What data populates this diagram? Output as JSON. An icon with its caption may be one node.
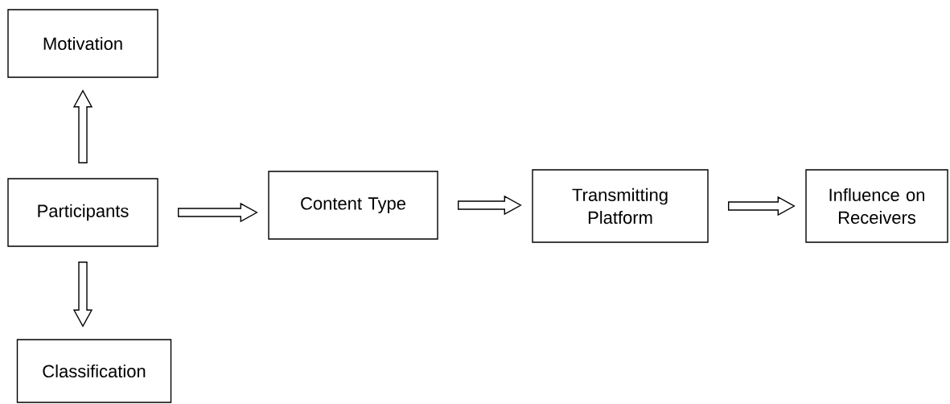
{
  "diagram": {
    "nodes": [
      {
        "text": [
          "Motivation"
        ]
      },
      {
        "text": [
          "Participants"
        ]
      },
      {
        "text": [
          "Classification"
        ]
      },
      {
        "text": [
          "Content Type"
        ]
      },
      {
        "text": [
          "Transmitting Platform"
        ]
      },
      {
        "text": [
          "Influence on Receivers"
        ]
      }
    ],
    "edges": [
      {
        "from": 1,
        "to": 0,
        "arrow": "to"
      },
      {
        "from": 1,
        "to": 2,
        "arrow": "to"
      },
      {
        "from": 1,
        "to": 3,
        "arrow": "to"
      },
      {
        "from": 3,
        "to": 4,
        "arrow": "to"
      },
      {
        "from": 4,
        "to": 5,
        "arrow": "to"
      }
    ]
  }
}
